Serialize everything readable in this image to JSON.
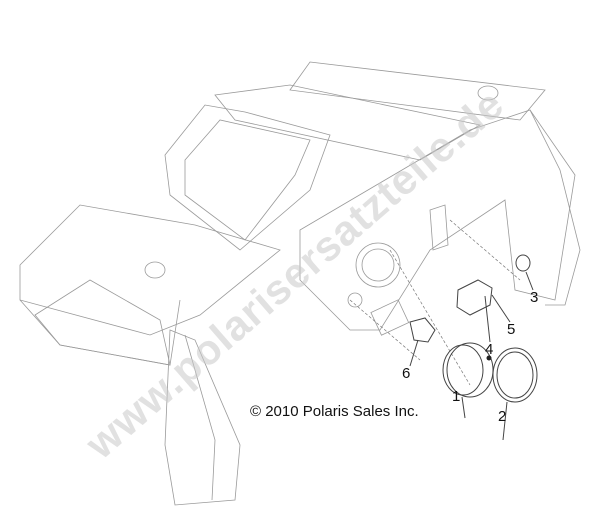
{
  "diagram": {
    "copyright": "© 2010 Polaris Sales Inc.",
    "watermark": "www.polarisersatzteile.de",
    "callouts": [
      "1",
      "2",
      "3",
      "4",
      "5",
      "6"
    ]
  }
}
